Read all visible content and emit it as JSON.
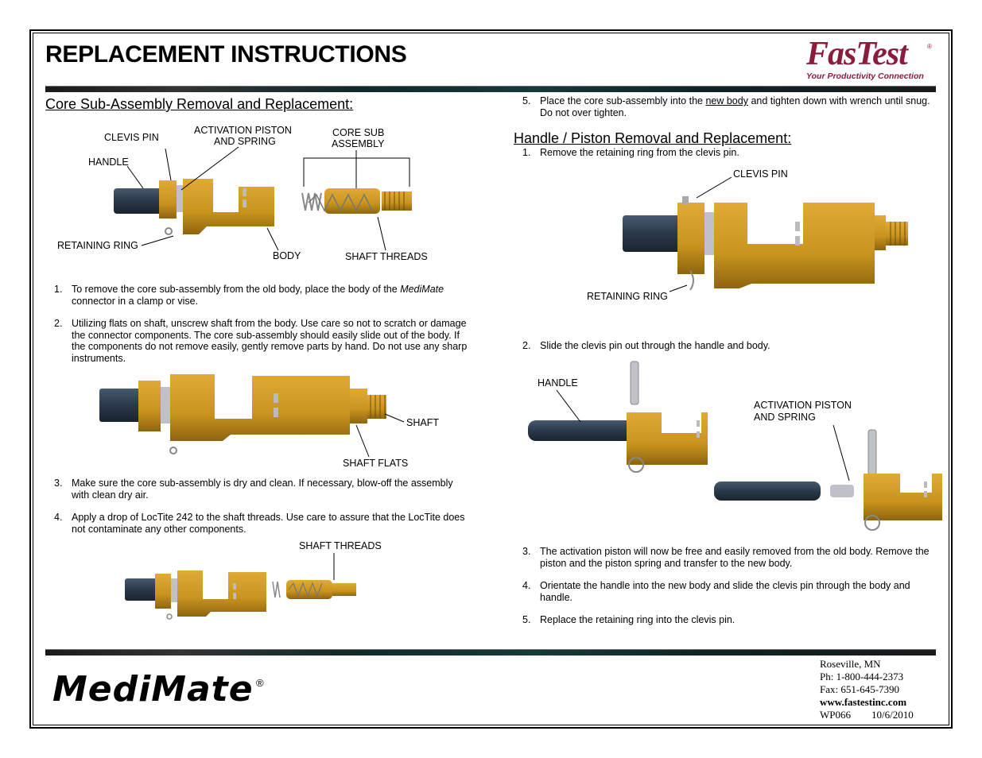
{
  "title": "REPLACEMENT INSTRUCTIONS",
  "logo": {
    "brand": "FasTest",
    "reg": "®",
    "tagline": "Your Productivity Connection"
  },
  "left": {
    "heading": "Core Sub-Assembly Removal and Replacement:",
    "fig1_labels": {
      "clevis_pin": "CLEVIS PIN",
      "activation_piston_1": "ACTIVATION PISTON",
      "activation_piston_2": "AND SPRING",
      "core_sub_1": "CORE SUB",
      "core_sub_2": "ASSEMBLY",
      "handle": "HANDLE",
      "retaining_ring": "RETAINING RING",
      "body": "BODY",
      "shaft_threads": "SHAFT THREADS"
    },
    "step1": {
      "num": "1.",
      "text_a": "To remove the core sub-assembly from the old body, place the body of the ",
      "text_em": "MediMate",
      "line2": "connector in a clamp or vise."
    },
    "step2": {
      "num": "2.",
      "lines": [
        "Utilizing flats on shaft, unscrew shaft from the body. Use care so not to scratch or damage",
        "the connector components. The core sub-assembly should easily slide out of the body. If",
        "the components do not remove easily, gently remove parts by hand. Do not use any sharp",
        "instruments."
      ]
    },
    "fig2_labels": {
      "shaft": "SHAFT",
      "shaft_flats": "SHAFT FLATS"
    },
    "step3": {
      "num": "3.",
      "lines": [
        "Make sure the core sub-assembly is dry and clean. If necessary, blow-off the assembly",
        "with clean dry air."
      ]
    },
    "step4": {
      "num": "4.",
      "lines": [
        "Apply a drop of LocTite 242 to the shaft threads. Use care to assure that the LocTite does",
        "not contaminate any other components."
      ]
    },
    "fig3_labels": {
      "shaft_threads": "SHAFT THREADS"
    }
  },
  "right": {
    "step5": {
      "num": "5.",
      "text_a": "Place the core sub-assembly into the ",
      "text_u": "new body",
      "text_b": " and tighten down with wrench until snug.",
      "line2": "Do not over tighten."
    },
    "heading": "Handle / Piston Removal and Replacement:",
    "r_step1": {
      "num": "1.",
      "text": "Remove the retaining ring from the clevis pin."
    },
    "fig4_labels": {
      "clevis_pin": "CLEVIS PIN",
      "retaining_ring": "RETAINING RING"
    },
    "r_step2": {
      "num": "2.",
      "text": "Slide the clevis pin out through the handle and body."
    },
    "fig5_labels": {
      "handle": "HANDLE",
      "activation_piston_1": "ACTIVATION PISTON",
      "activation_piston_2": "AND SPRING"
    },
    "r_step3": {
      "num": "3.",
      "lines": [
        "The activation piston will now be free and easily removed from the old body. Remove the",
        "piston and the piston spring and transfer to the new body."
      ]
    },
    "r_step4": {
      "num": "4.",
      "lines": [
        "Orientate the handle into the new body and slide the clevis pin through the body and",
        "handle."
      ]
    },
    "r_step5": {
      "num": "5.",
      "text": "Replace the retaining ring into the clevis pin."
    }
  },
  "footer": {
    "brand": "MediMate",
    "reg": "®",
    "city": "Roseville, MN",
    "phone": "Ph: 1-800-444-2373",
    "fax": "Fax: 651-645-7390",
    "web": "www.fastestinc.com",
    "doc": "WP066",
    "date": "10/6/2010"
  },
  "colors": {
    "brass": "#c8941e",
    "brass_dark": "#9a6f10",
    "handle": "#2f3e4e",
    "brand": "#8a1c3c"
  }
}
